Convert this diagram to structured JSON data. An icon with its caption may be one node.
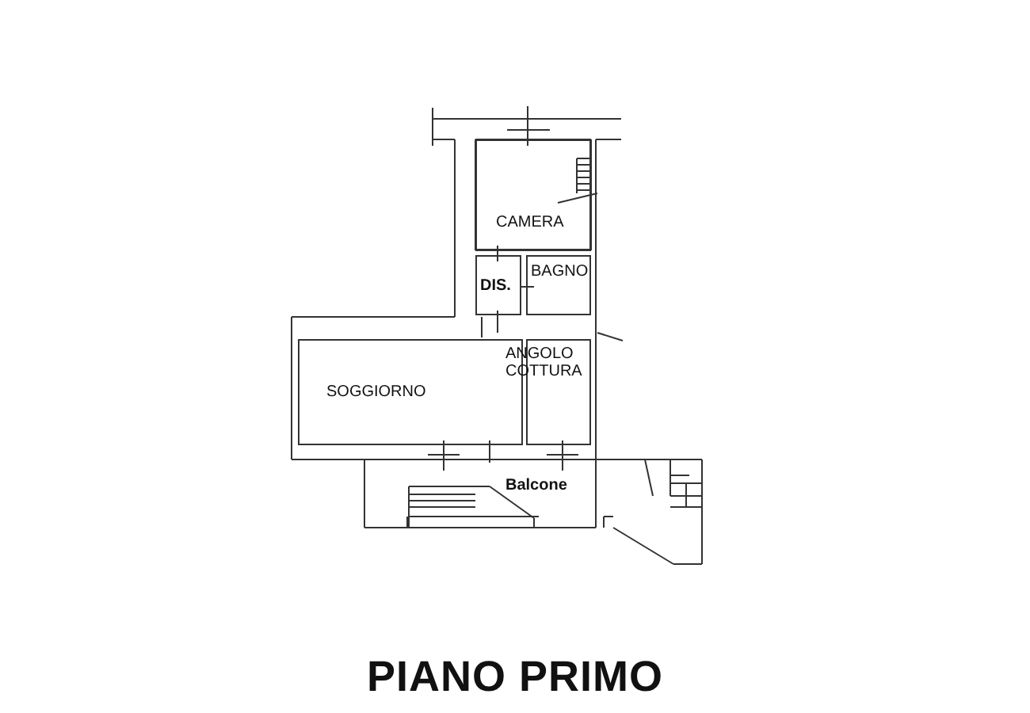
{
  "diagram": {
    "title": "PIANO PRIMO",
    "nodes": [
      {
        "text": [
          "CAMERA"
        ]
      },
      {
        "text": [
          "DIS."
        ]
      },
      {
        "text": [
          "BAGNO"
        ]
      },
      {
        "text": [
          "SOGGIORNO"
        ]
      },
      {
        "text": [
          "ANGOLO COTTURA"
        ]
      },
      {
        "text": [
          "Balcone"
        ]
      }
    ]
  }
}
